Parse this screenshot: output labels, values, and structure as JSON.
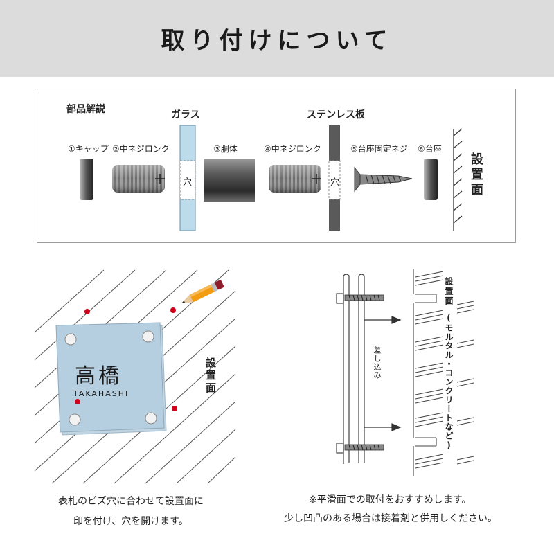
{
  "header": {
    "title": "取り付けについて"
  },
  "parts": {
    "section_title": "部品解説",
    "glass_label": "ガラス",
    "steel_label": "ステンレス板",
    "items": [
      {
        "label": "①キャップ"
      },
      {
        "label": "②中ネジロンク"
      },
      {
        "label": "③胴体"
      },
      {
        "label": "④中ネジロンク"
      },
      {
        "label": "⑤台座固定ネジ"
      },
      {
        "label": "⑥台座"
      }
    ],
    "hole_label": "穴",
    "surface_label": "設置面"
  },
  "left_illustration": {
    "name_kanji": "高橋",
    "name_roman": "TAKAHASHI",
    "surface_label": "設置面",
    "caption_line1": "表札のビズ穴に合わせて設置面に",
    "caption_line2": "印を付け、穴を開けます。"
  },
  "right_illustration": {
    "insert_label": "差し込み",
    "surface_label": "設置面",
    "surface_note": "(モルタル・コンクリートなど)",
    "caption_line1": "※平滑面での取付をおすすめします。",
    "caption_line2": "少し凹凸のある場合は接着剤と併用しください。"
  },
  "colors": {
    "header_bg": "#dcdcdc",
    "glass": "#bcdcec",
    "steel": "#5a5a5a",
    "plate": "#b6cfe0",
    "marker": "#d0021b"
  }
}
